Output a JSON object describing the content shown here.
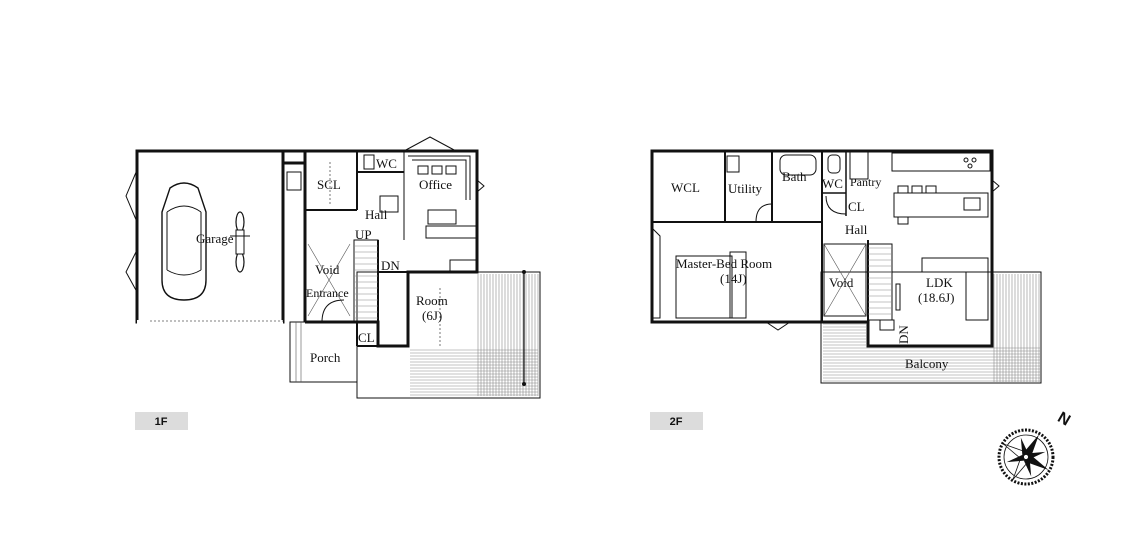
{
  "floors": [
    {
      "tag": "1F",
      "rooms": {
        "garage": "Garage",
        "scl": "SCL",
        "wc": "WC",
        "office": "Office",
        "hall": "Hall",
        "up": "UP",
        "void": "Void",
        "dn": "DN",
        "entrance": "Entrance",
        "room": "Room",
        "room_size": "(6J)",
        "cl": "CL",
        "porch": "Porch"
      }
    },
    {
      "tag": "2F",
      "rooms": {
        "wcl": "WCL",
        "utility": "Utility",
        "bath": "Bath",
        "wc": "WC",
        "pantry": "Pantry",
        "cl": "CL",
        "hall": "Hall",
        "master": "Master-Bed Room",
        "master_size": "(14J)",
        "void": "Void",
        "ldk": "LDK",
        "ldk_size": "(18.6J)",
        "dn": "DN",
        "balcony": "Balcony"
      }
    }
  ],
  "compass": {
    "north_label": "N"
  }
}
